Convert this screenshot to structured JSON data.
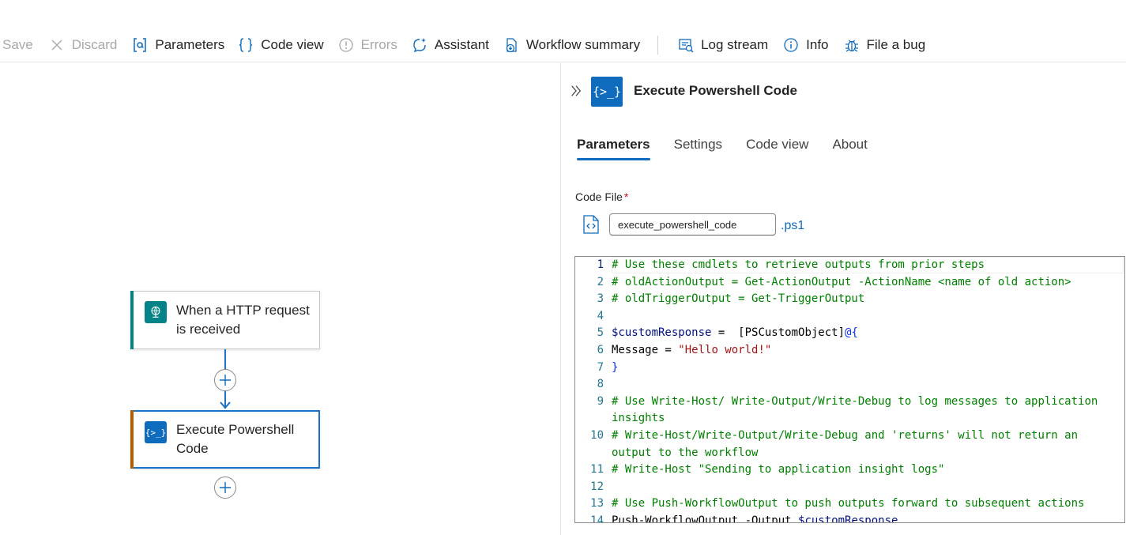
{
  "toolbar": {
    "save": "Save",
    "discard": "Discard",
    "parameters": "Parameters",
    "code_view": "Code view",
    "errors": "Errors",
    "assistant": "Assistant",
    "workflow_summary": "Workflow summary",
    "log_stream": "Log stream",
    "info": "Info",
    "file_a_bug": "File a bug"
  },
  "canvas": {
    "trigger_card": {
      "title": "When a HTTP request is received",
      "accent_color": "#038387"
    },
    "action_card": {
      "title": "Execute Powershell Code",
      "accent_color": "#b35c00"
    }
  },
  "panel": {
    "title": "Execute Powershell Code",
    "icon_text": "{>_}",
    "tabs": [
      "Parameters",
      "Settings",
      "Code view",
      "About"
    ],
    "active_tab": "Parameters",
    "code_file_label": "Code File",
    "required_mark": "*",
    "code_file_value": "execute_powershell_code",
    "code_file_extension": ".ps1",
    "code_lines": [
      {
        "n": "1",
        "tokens": [
          {
            "t": "# Use these cmdlets to retrieve outputs from prior steps",
            "c": "comment"
          }
        ]
      },
      {
        "n": "2",
        "tokens": [
          {
            "t": "# oldActionOutput = Get-ActionOutput -ActionName <name of old action>",
            "c": "comment"
          }
        ]
      },
      {
        "n": "3",
        "tokens": [
          {
            "t": "# oldTriggerOutput = Get-TriggerOutput",
            "c": "comment"
          }
        ]
      },
      {
        "n": "4",
        "tokens": [
          {
            "t": "",
            "c": "plain"
          }
        ]
      },
      {
        "n": "5",
        "tokens": [
          {
            "t": "$customResponse",
            "c": "var"
          },
          {
            "t": " =  ",
            "c": "plain"
          },
          {
            "t": "[PSCustomObject]",
            "c": "plain"
          },
          {
            "t": "@{",
            "c": "punct"
          }
        ]
      },
      {
        "n": "6",
        "tokens": [
          {
            "t": "Message = ",
            "c": "plain"
          },
          {
            "t": "\"Hello world!\"",
            "c": "str"
          }
        ]
      },
      {
        "n": "7",
        "tokens": [
          {
            "t": "}",
            "c": "punct"
          }
        ]
      },
      {
        "n": "8",
        "tokens": [
          {
            "t": "",
            "c": "plain"
          }
        ]
      },
      {
        "n": "9",
        "tokens": [
          {
            "t": "# Use Write-Host/ Write-Output/Write-Debug to log messages to application insights",
            "c": "comment"
          }
        ]
      },
      {
        "n": "10",
        "tokens": [
          {
            "t": "# Write-Host/Write-Output/Write-Debug and 'returns' will not return an output to the workflow",
            "c": "comment"
          }
        ]
      },
      {
        "n": "11",
        "tokens": [
          {
            "t": "# Write-Host \"Sending to application insight logs\"",
            "c": "comment"
          }
        ]
      },
      {
        "n": "12",
        "tokens": [
          {
            "t": "",
            "c": "plain"
          }
        ]
      },
      {
        "n": "13",
        "tokens": [
          {
            "t": "# Use Push-WorkflowOutput to push outputs forward to subsequent actions",
            "c": "comment"
          }
        ]
      },
      {
        "n": "14",
        "tokens": [
          {
            "t": "Push-WorkflowOutput -Output ",
            "c": "plain"
          },
          {
            "t": "$customResponse",
            "c": "var"
          }
        ]
      }
    ]
  },
  "colors": {
    "accent_blue": "#0f6cbd",
    "connector_blue": "#1a73c9",
    "trigger_icon_bg": "#038387",
    "action_icon_bg": "#0f6cbd"
  }
}
